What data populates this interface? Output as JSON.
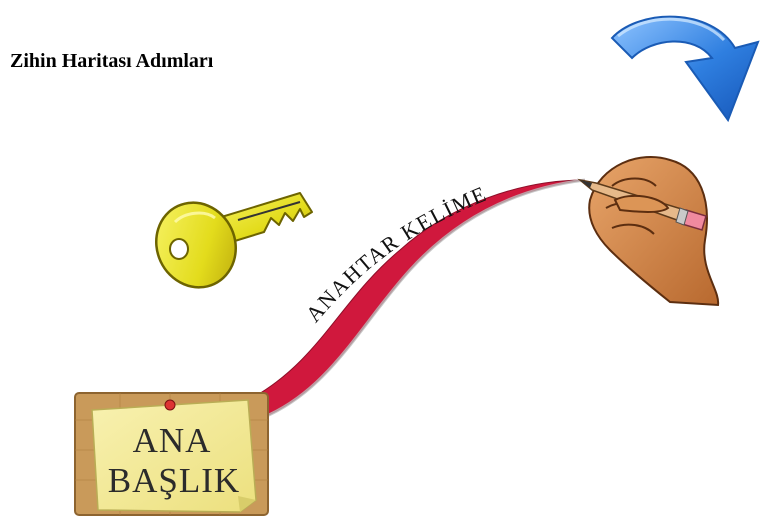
{
  "title": "Zihin Haritası Adımları",
  "curve_label": "ANAHTAR KELİME",
  "note": {
    "line1": "ANA",
    "line2": "BAŞLIK"
  },
  "icons": {
    "arrow": "curved-arrow-icon",
    "key": "key-icon",
    "hand": "hand-pencil-icon",
    "note": "sticky-note-icon"
  },
  "colors": {
    "arrow": "#2f7fe0",
    "key": "#e8e020",
    "curve": "#c8163a",
    "note": "#f3ea98",
    "cork": "#c99a5a"
  }
}
